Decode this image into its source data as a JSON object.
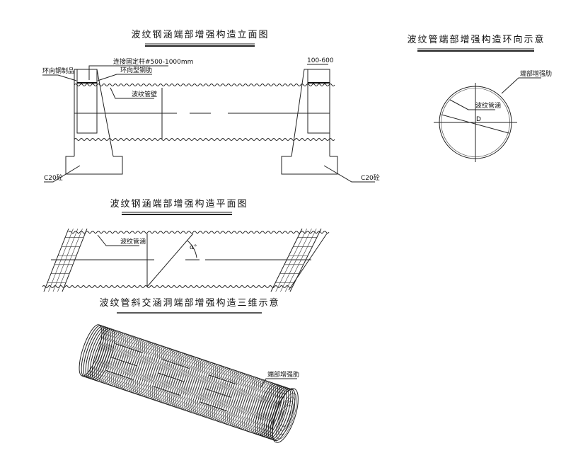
{
  "elevation": {
    "title": "波纹钢涵端部增强构造立面图",
    "label_ring_product": "环向钢制品",
    "label_fix_rod": "连接固定杆#500-1000mm",
    "label_ring_rib": "环向型钢肋",
    "label_pipe_wall": "波纹管壁",
    "label_width": "100-600",
    "label_c20_left": "C20砼",
    "label_c20_right": "C20砼"
  },
  "ring": {
    "title": "波纹管端部增强构造环向示意",
    "label_end_rib": "端部增强肋",
    "label_pipe": "波纹管涵",
    "label_d": "D"
  },
  "plan": {
    "title": "波纹钢涵端部增强构造平面图",
    "label_pipe": "波纹管涵",
    "label_angle": "α°"
  },
  "three_d": {
    "title": "波纹管斜交涵洞端部增强构造三维示意",
    "label_end_rib": "端部增强肋"
  }
}
